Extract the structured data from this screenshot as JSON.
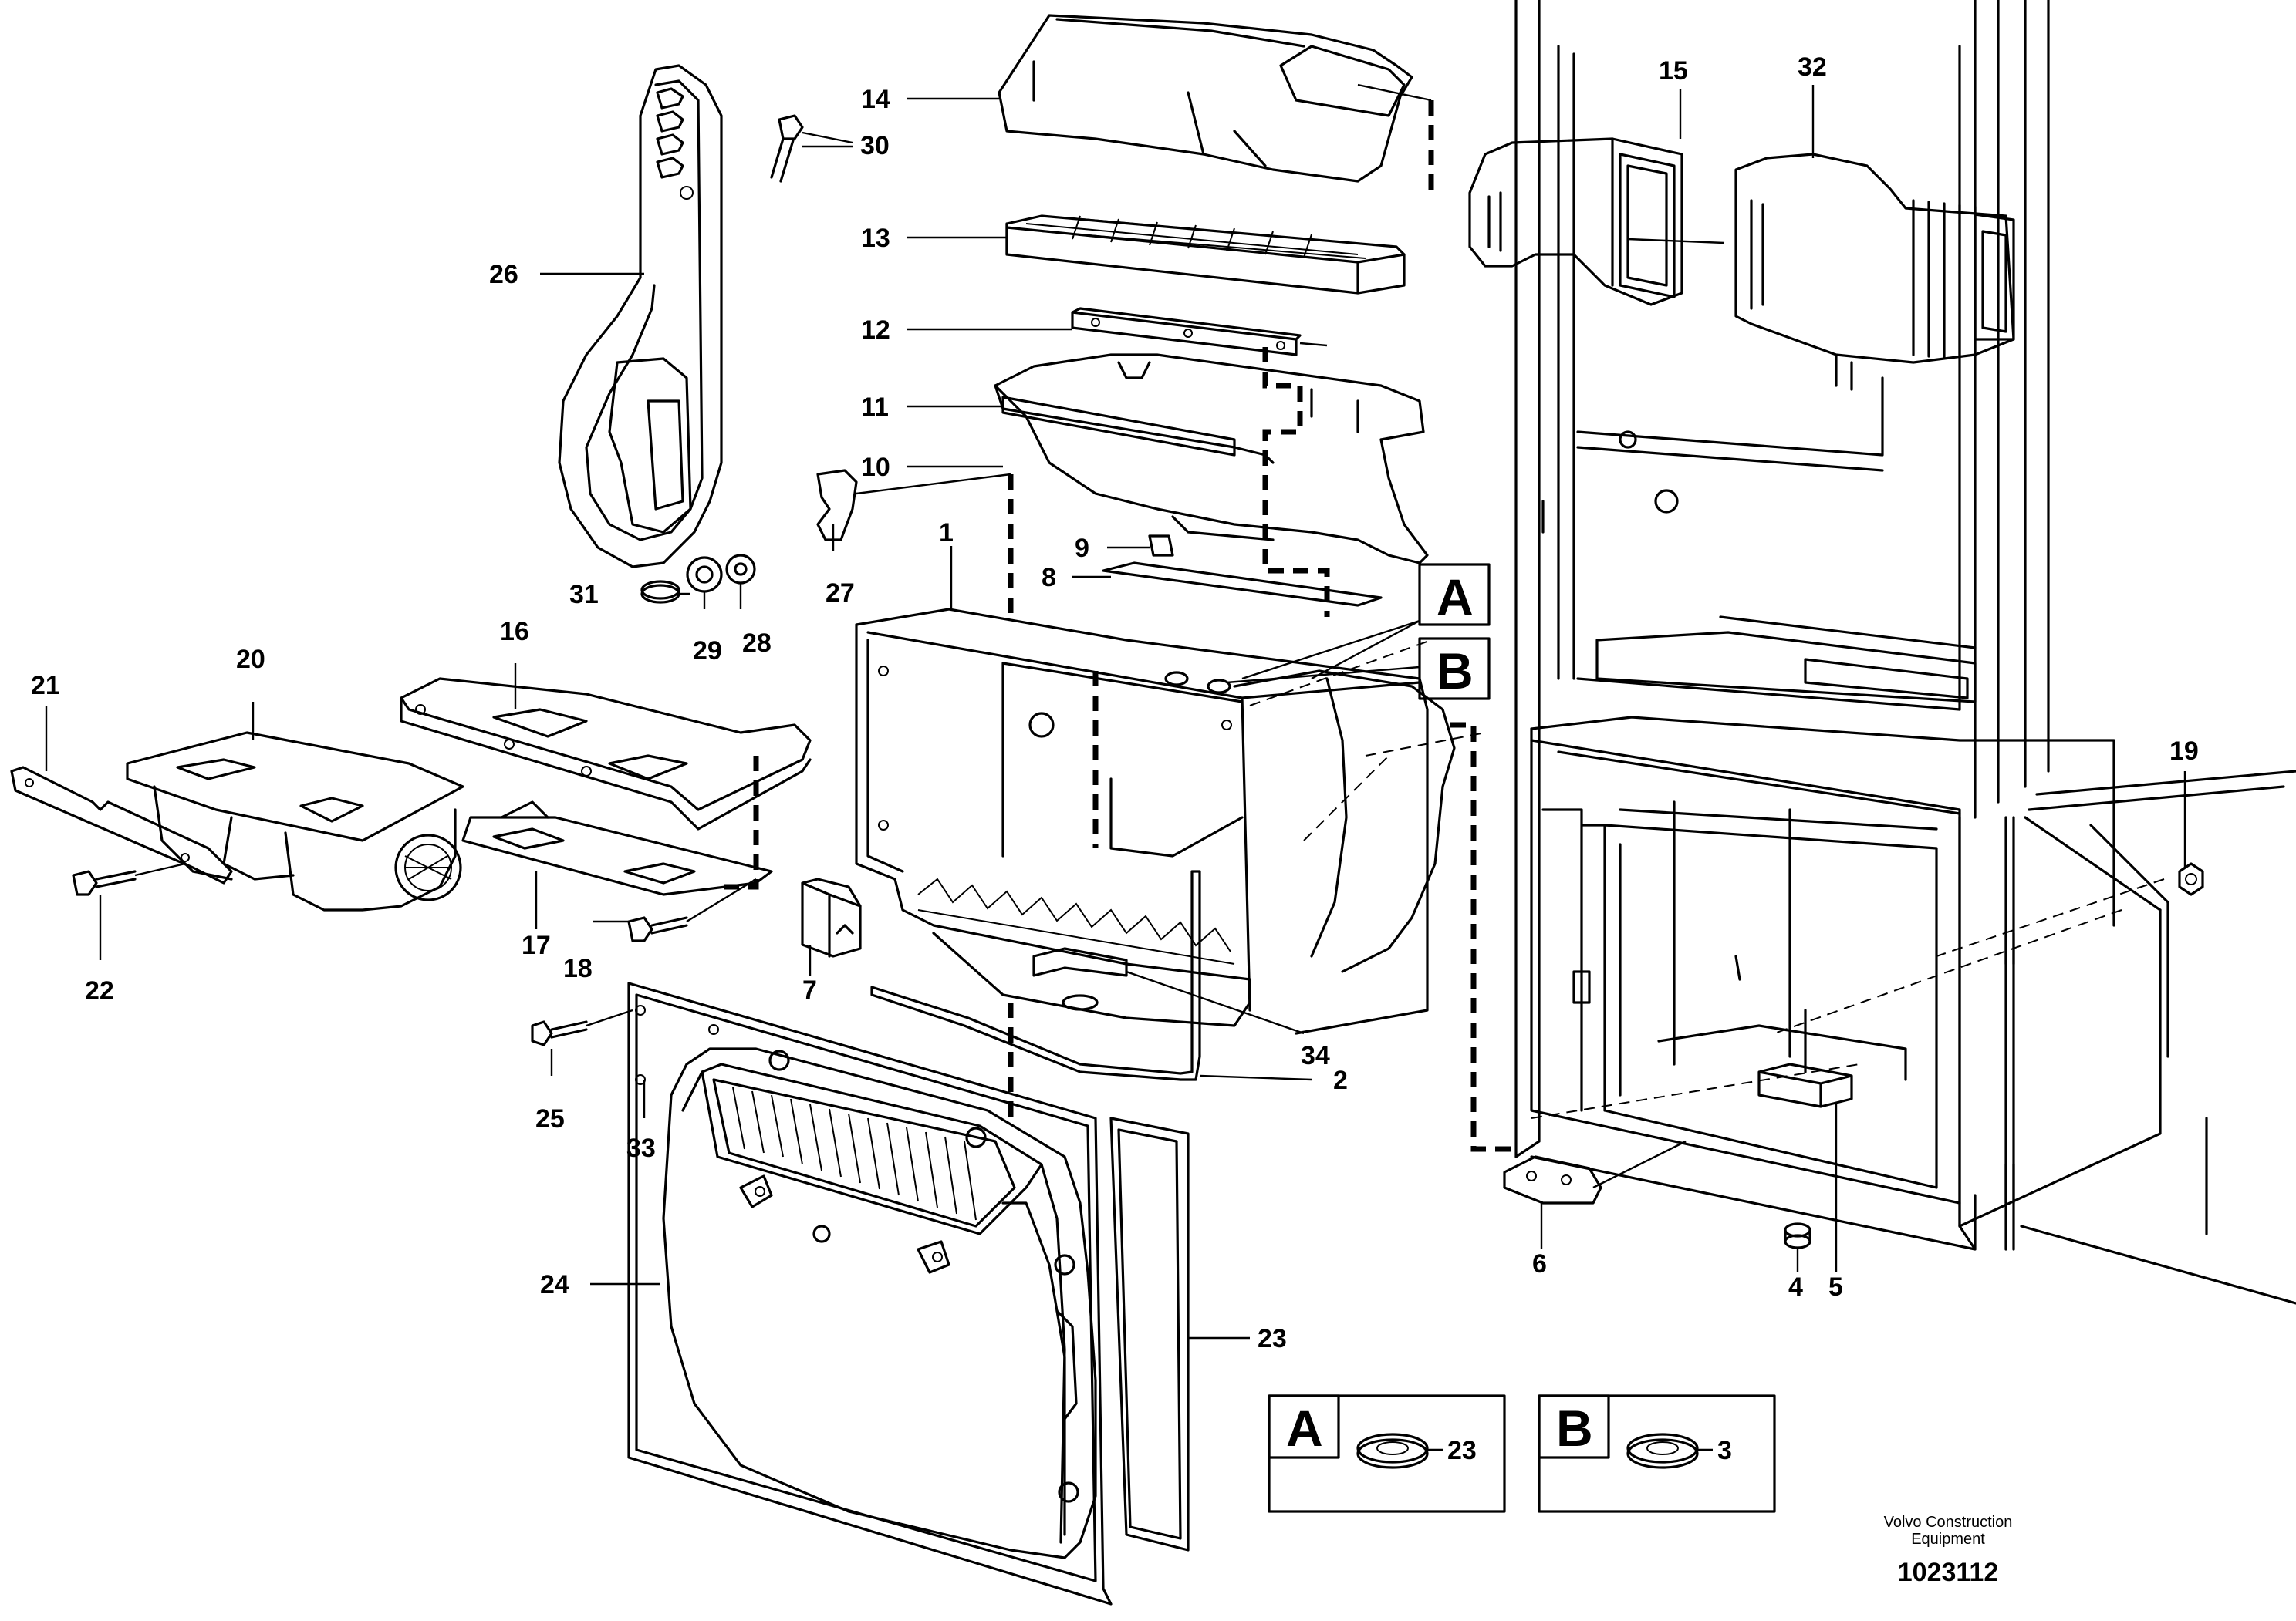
{
  "callouts": {
    "n1": "1",
    "n2": "2",
    "n4": "4",
    "n5": "5",
    "n6": "6",
    "n7": "7",
    "n8": "8",
    "n9": "9",
    "n10": "10",
    "n11": "11",
    "n12": "12",
    "n13": "13",
    "n14": "14",
    "n15": "15",
    "n16": "16",
    "n17": "17",
    "n18": "18",
    "n19": "19",
    "n20": "20",
    "n21": "21",
    "n22": "22",
    "n23": "23",
    "n24": "24",
    "n25": "25",
    "n26": "26",
    "n27": "27",
    "n28": "28",
    "n29": "29",
    "n30": "30",
    "n31": "31",
    "n32": "32",
    "n33": "33",
    "n34": "34"
  },
  "detail_flags": {
    "a": "A",
    "b": "B"
  },
  "detail_boxes": {
    "a": {
      "letter": "A",
      "part": "23"
    },
    "b": {
      "letter": "B",
      "part": "3"
    }
  },
  "footer": {
    "company_line1": "Volvo Construction",
    "company_line2": "Equipment",
    "drawing_number": "1023112"
  }
}
